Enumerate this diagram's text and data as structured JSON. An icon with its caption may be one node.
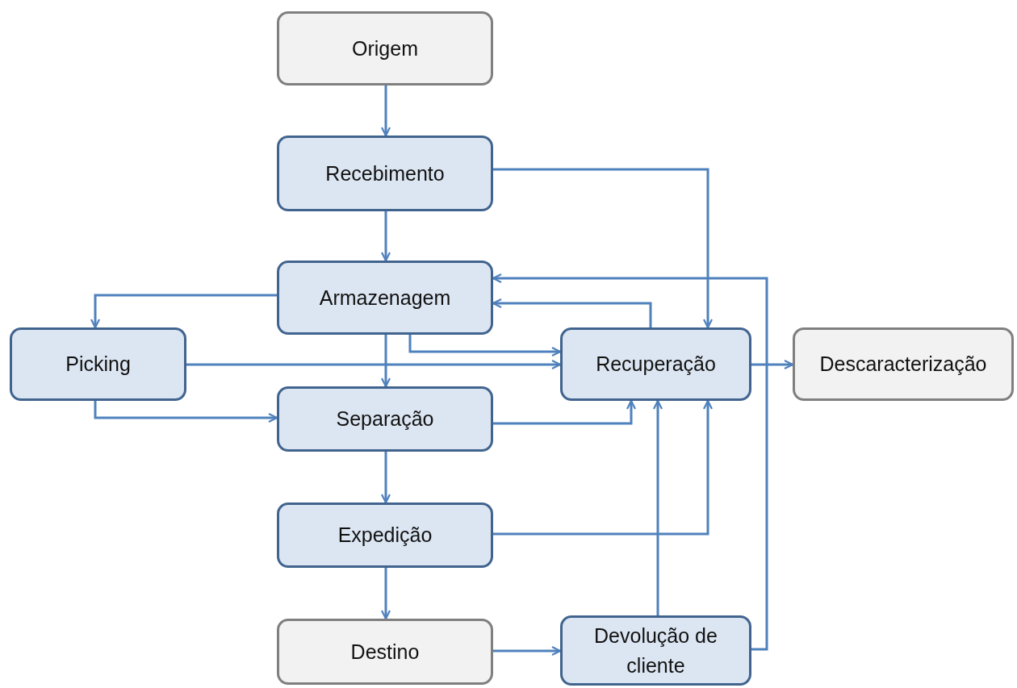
{
  "diagram": {
    "nodes": [
      {
        "text": [
          "Origem"
        ]
      },
      {
        "text": [
          "Recebimento"
        ]
      },
      {
        "text": [
          "Armazenagem"
        ]
      },
      {
        "text": [
          "Picking"
        ]
      },
      {
        "text": [
          "Separação"
        ]
      },
      {
        "text": [
          "Recuperação"
        ]
      },
      {
        "text": [
          "Descaracterização"
        ]
      },
      {
        "text": [
          "Expedição"
        ]
      },
      {
        "text": [
          "Destino"
        ]
      },
      {
        "text": [
          "Devolução de cliente"
        ]
      }
    ],
    "edges": [
      {
        "from": 0,
        "to": 1,
        "arrow": "to"
      },
      {
        "from": 1,
        "to": 2,
        "arrow": "to"
      },
      {
        "from": 1,
        "to": 5,
        "arrow": "to"
      },
      {
        "from": 2,
        "to": 3,
        "arrow": "to"
      },
      {
        "from": 2,
        "to": 4,
        "arrow": "to"
      },
      {
        "from": 2,
        "to": 5,
        "arrow": "to"
      },
      {
        "from": 3,
        "to": 5,
        "arrow": "to"
      },
      {
        "from": 3,
        "to": 4,
        "arrow": "to"
      },
      {
        "from": 4,
        "to": 5,
        "arrow": "to"
      },
      {
        "from": 4,
        "to": 7,
        "arrow": "to"
      },
      {
        "from": 5,
        "to": 2,
        "arrow": "to"
      },
      {
        "from": 5,
        "to": 6,
        "arrow": "to"
      },
      {
        "from": 7,
        "to": 5,
        "arrow": "to"
      },
      {
        "from": 7,
        "to": 8,
        "arrow": "to"
      },
      {
        "from": 8,
        "to": 9,
        "arrow": "to"
      },
      {
        "from": 9,
        "to": 5,
        "arrow": "to"
      },
      {
        "from": 9,
        "to": 2,
        "arrow": "to"
      }
    ]
  }
}
